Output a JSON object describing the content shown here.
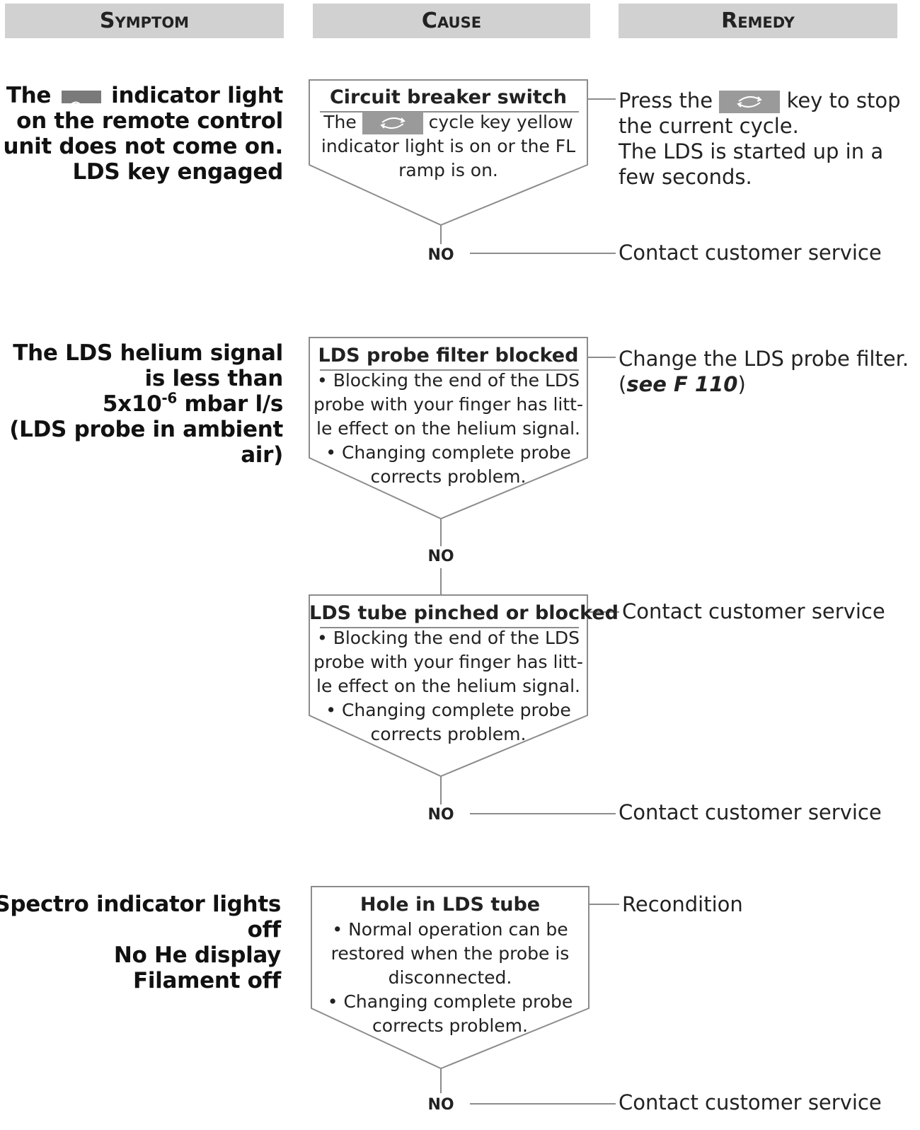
{
  "headers": {
    "symptom": "Symptom",
    "cause": "Cause",
    "remedy": "Remedy"
  },
  "symptoms": [
    {
      "line1_before_icon": "The",
      "line1_after_icon": "indicator light",
      "line2": "on the remote control",
      "line3": "unit does not come on.",
      "line4": "LDS key engaged",
      "icon": "remote-indicator-icon"
    },
    {
      "line1": "The LDS helium signal",
      "line2": "is less than",
      "line3_before_sup": "5x10",
      "line3_sup": "-6",
      "line3_after_sup": " mbar l/s",
      "line4": "(LDS probe in ambient",
      "line5": "air)"
    },
    {
      "line1": "Spectro indicator lights",
      "line2": "off",
      "line3": "No He display",
      "line4": "Filament off"
    }
  ],
  "causes": [
    {
      "title": "Circuit breaker switch",
      "body_line1_before_icon": "The",
      "body_line1_after_icon": "cycle key yellow",
      "body_line2": "indicator light is on or the FL",
      "body_line3": "ramp is on.",
      "icon": "cycle-key-icon"
    },
    {
      "title": "LDS probe filter blocked",
      "body": [
        "• Blocking the end of the LDS",
        "probe with your finger has litt-",
        "le effect on the helium signal.",
        "• Changing complete probe",
        "corrects problem."
      ]
    },
    {
      "title": "LDS tube pinched or blocked",
      "body": [
        "• Blocking the end of the LDS",
        "probe with your finger has litt-",
        "le effect on the helium signal.",
        "• Changing complete probe",
        "corrects problem."
      ]
    },
    {
      "title": "Hole in LDS tube",
      "body": [
        "• Normal operation can be",
        "restored when the probe is",
        "disconnected.",
        "• Changing complete probe",
        "corrects problem."
      ]
    }
  ],
  "remedies": {
    "r1_line1_before_icon": "Press the",
    "r1_line1_after_icon": "key to stop",
    "r1_line2": "the current cycle.",
    "r1_line3": "The LDS is started up in a",
    "r1_line4": "few seconds.",
    "r2_line1": "Change the LDS probe filter.",
    "r2_line2_open": "(",
    "r2_line2_ref": "see F 110",
    "r2_line2_close": ")",
    "r3": "Contact customer service",
    "r4": "Recondition",
    "contact": "Contact customer service"
  },
  "no_label": "NO",
  "colors": {
    "header_bg": "#d1d1d1",
    "box_stroke": "#8c8c8c",
    "key_bg": "#9a9a9a"
  }
}
